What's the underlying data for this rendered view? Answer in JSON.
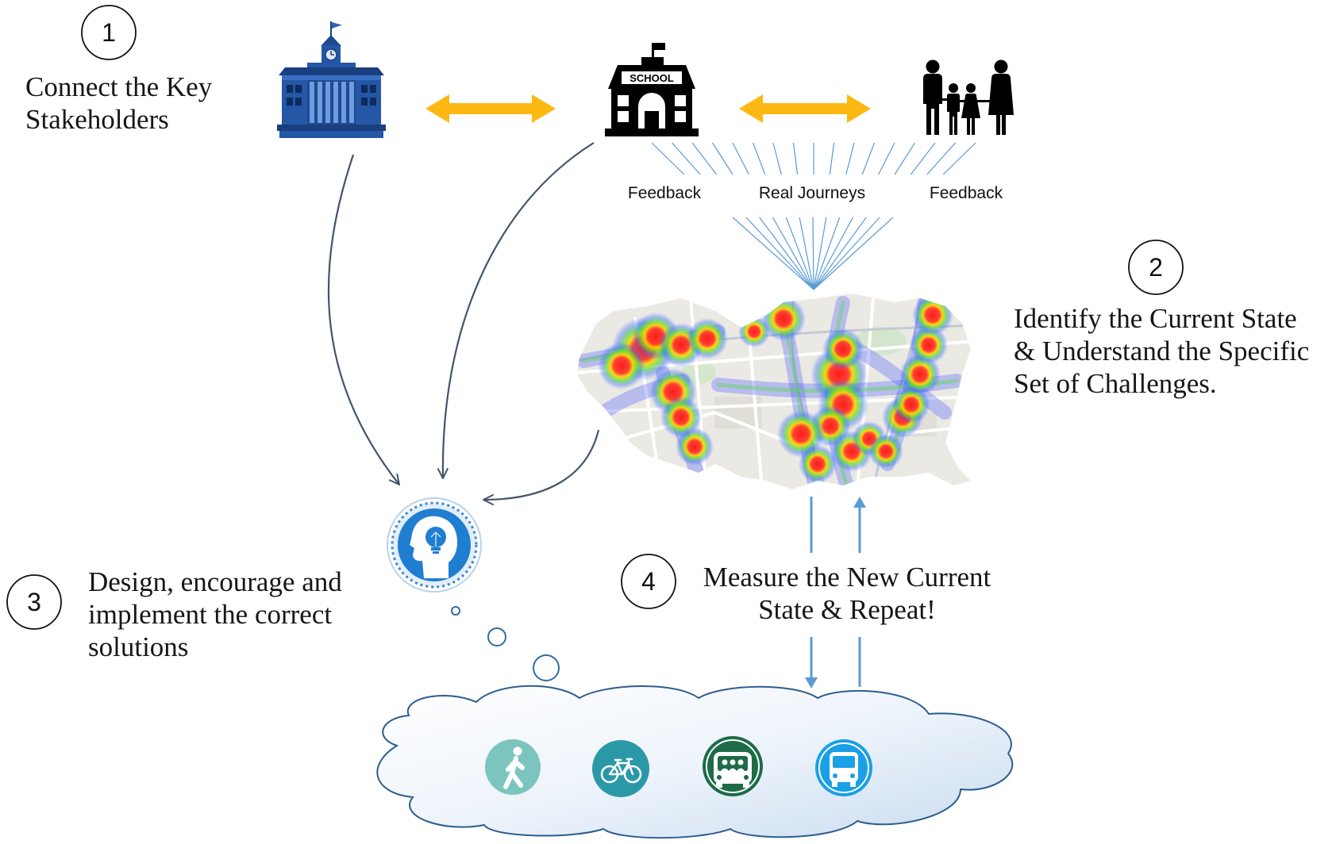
{
  "step1": {
    "number": "1",
    "lines": [
      "Connect the Key",
      "Stakeholders"
    ]
  },
  "step2": {
    "number": "2",
    "lines": [
      "Identify the Current State",
      "& Understand the Specific",
      "Set of Challenges."
    ]
  },
  "step3": {
    "number": "3",
    "lines": [
      "Design, encourage and",
      "implement the correct",
      "solutions"
    ]
  },
  "step4": {
    "number": "4",
    "lines": [
      "Measure the New Current",
      "State & Repeat!"
    ]
  },
  "labels": {
    "feedback_left": "Feedback",
    "real_journeys": "Real Journeys",
    "feedback_right": "Feedback"
  },
  "school_sign": "SCHOOL",
  "icons": {
    "authority": "government-building-icon",
    "school": "school-icon",
    "parents": "family-icon",
    "solutions": "lightbulb-head-icon",
    "map": "heatmap-icon"
  },
  "modes": [
    {
      "icon": "walking-icon",
      "color": "#7CC5BF"
    },
    {
      "icon": "bicycle-icon",
      "color": "#2B98A8"
    },
    {
      "icon": "carpool-icon",
      "color": "#1D6B47"
    },
    {
      "icon": "bus-icon",
      "color": "#19A0E6"
    }
  ],
  "colors": {
    "stakeholder_arrows": "#FDB913",
    "flow_arrows": "#44546A",
    "measure_arrows": "#5B9BD5",
    "authority_blue": "#2457A6",
    "cloud_outline": "#2C5D8F"
  }
}
